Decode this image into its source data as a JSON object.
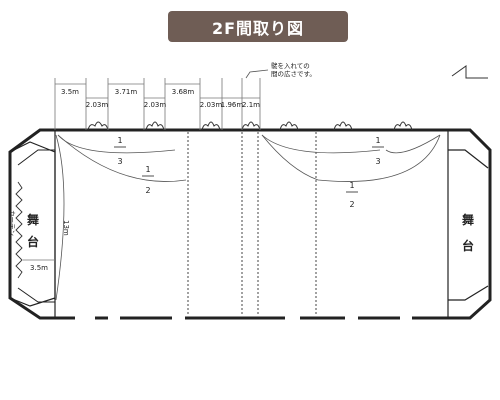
{
  "title": "2F間取り図",
  "note_line1": "襞を入れての",
  "note_line2": "間の広さです。",
  "dimensions_top": [
    "3.5m",
    "2.03m",
    "3.71m",
    "2.03m",
    "3.68m",
    "2.03m",
    "1.96m",
    "2.1m"
  ],
  "fractions": [
    {
      "num": "1",
      "den": "3"
    },
    {
      "num": "1",
      "den": "2"
    },
    {
      "num": "1",
      "den": "2"
    },
    {
      "num": "1",
      "den": "3"
    }
  ],
  "stage_left": {
    "line1": "舞",
    "line2": "台"
  },
  "stage_right": {
    "line1": "舞",
    "line2": "台"
  },
  "curtain_label": "カーテン",
  "dim_height": "13m",
  "dim_stage_depth": "3.5m",
  "colors": {
    "title_bg": "#6f5d55",
    "line": "#222222"
  }
}
